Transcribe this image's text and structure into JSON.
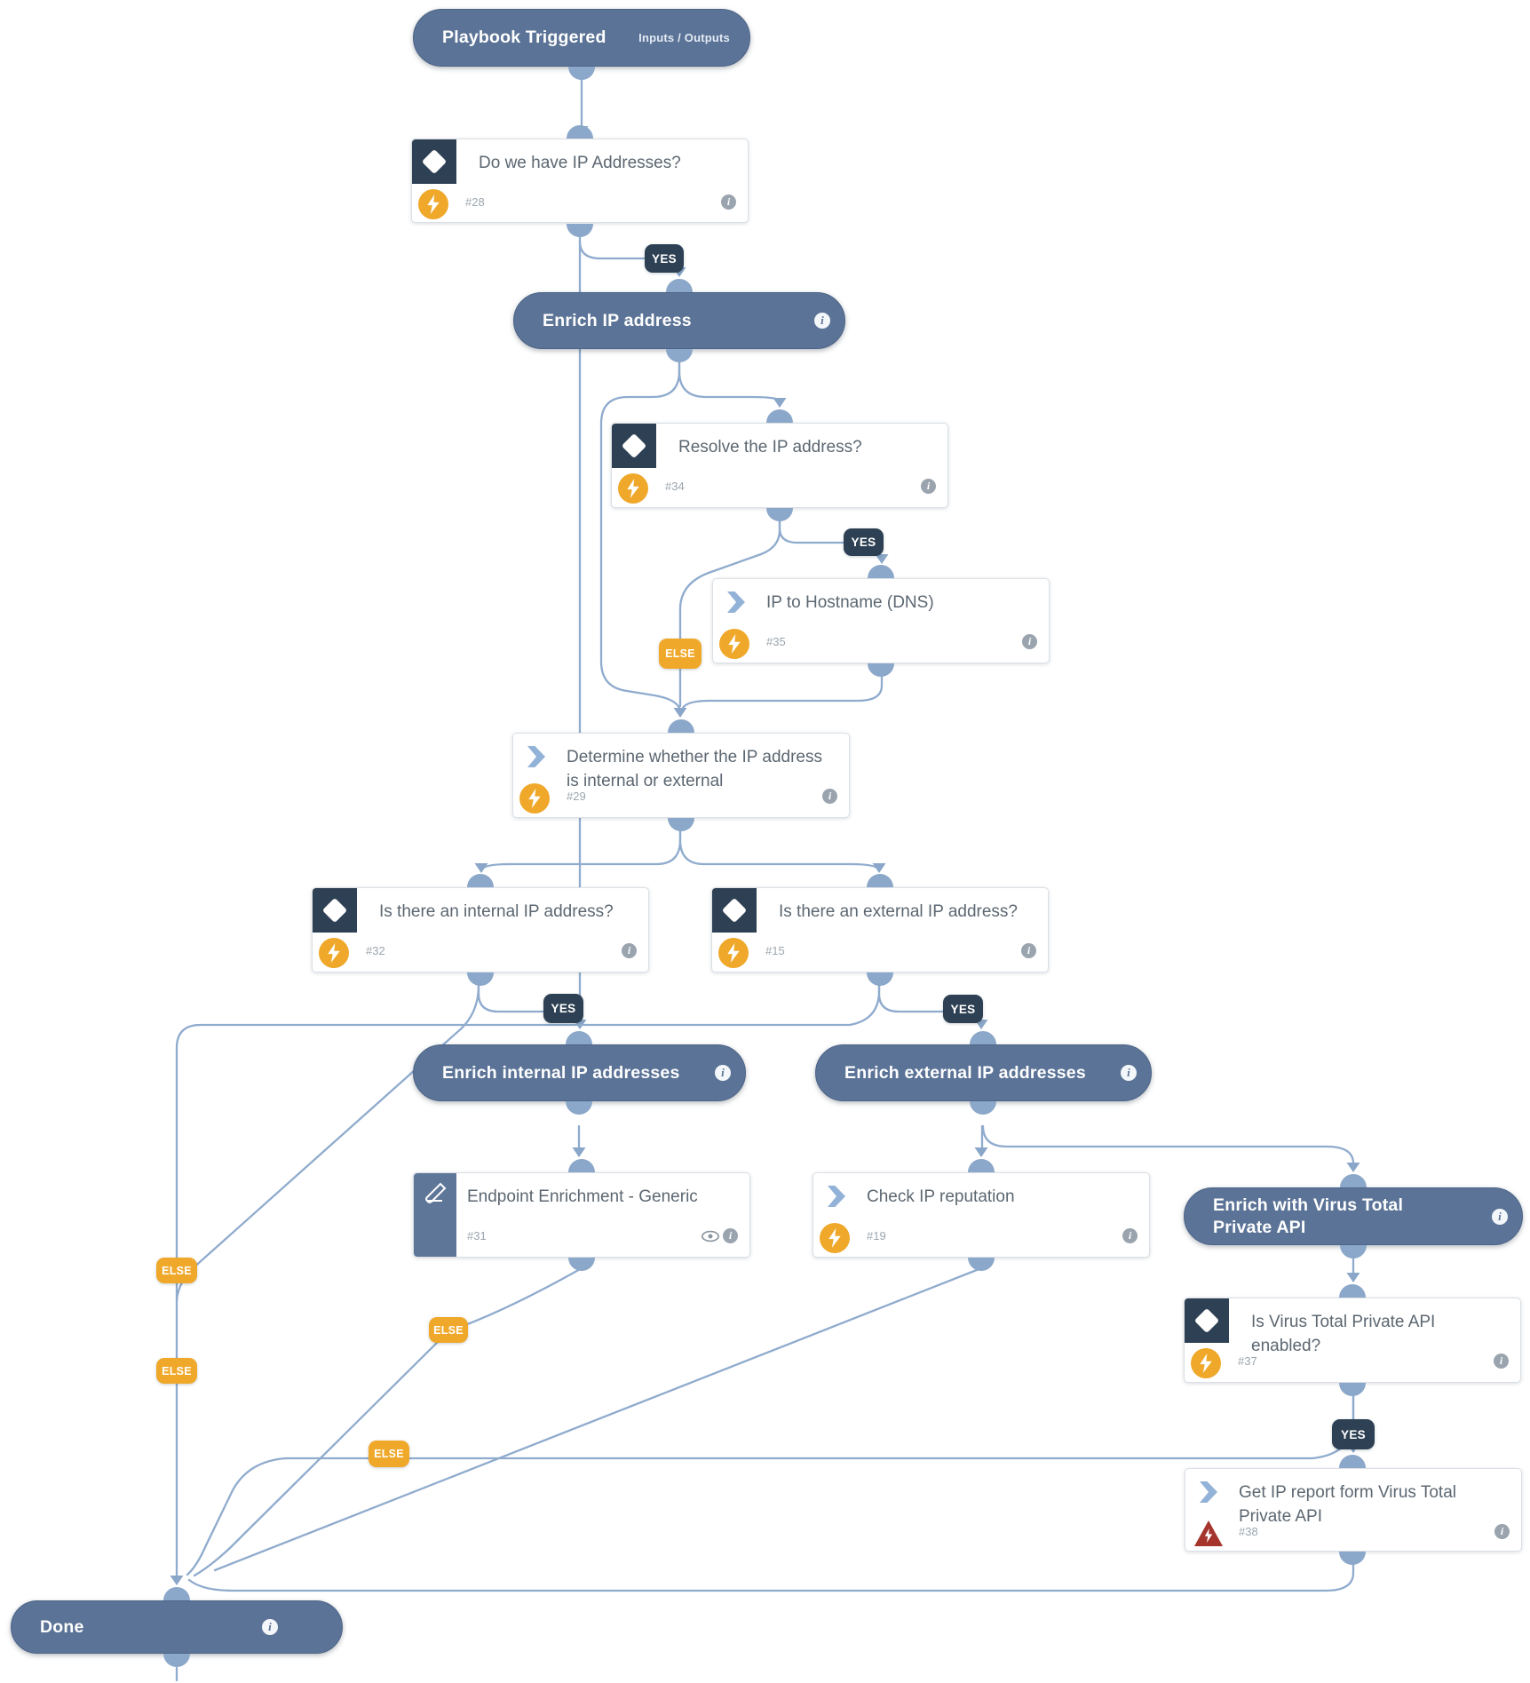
{
  "header": {
    "title": "Playbook Triggered",
    "io_button": "Inputs / Outputs"
  },
  "sections": {
    "enrich_ip": "Enrich IP address",
    "enrich_internal": "Enrich internal IP addresses",
    "enrich_external": "Enrich external IP addresses",
    "enrich_vt": "Enrich with Virus Total Private API",
    "done": "Done"
  },
  "nodes": {
    "cond28": {
      "title": "Do we have IP Addresses?",
      "id": "#28"
    },
    "cond34": {
      "title": "Resolve the IP address?",
      "id": "#34"
    },
    "task35": {
      "title": "IP to Hostname (DNS)",
      "id": "#35"
    },
    "task29": {
      "title": "Determine whether the IP address is internal or external",
      "id": "#29"
    },
    "cond32": {
      "title": "Is there an internal IP address?",
      "id": "#32"
    },
    "cond15": {
      "title": "Is there an external IP address?",
      "id": "#15"
    },
    "task31": {
      "title": "Endpoint Enrichment - Generic",
      "id": "#31"
    },
    "task19": {
      "title": "Check IP reputation",
      "id": "#19"
    },
    "cond37": {
      "title": "Is Virus Total Private API enabled?",
      "id": "#37"
    },
    "task38": {
      "title": "Get IP report form Virus Total Private API",
      "id": "#38"
    }
  },
  "badges": {
    "yes": "YES",
    "else": "ELSE"
  },
  "colors": {
    "section_pill": "#5b7396",
    "condition_box": "#2e4053",
    "automation_bolt": "#efa829",
    "edge": "#8fabcd",
    "error_icon": "#a5352c",
    "card_border": "#dbe0e6"
  }
}
